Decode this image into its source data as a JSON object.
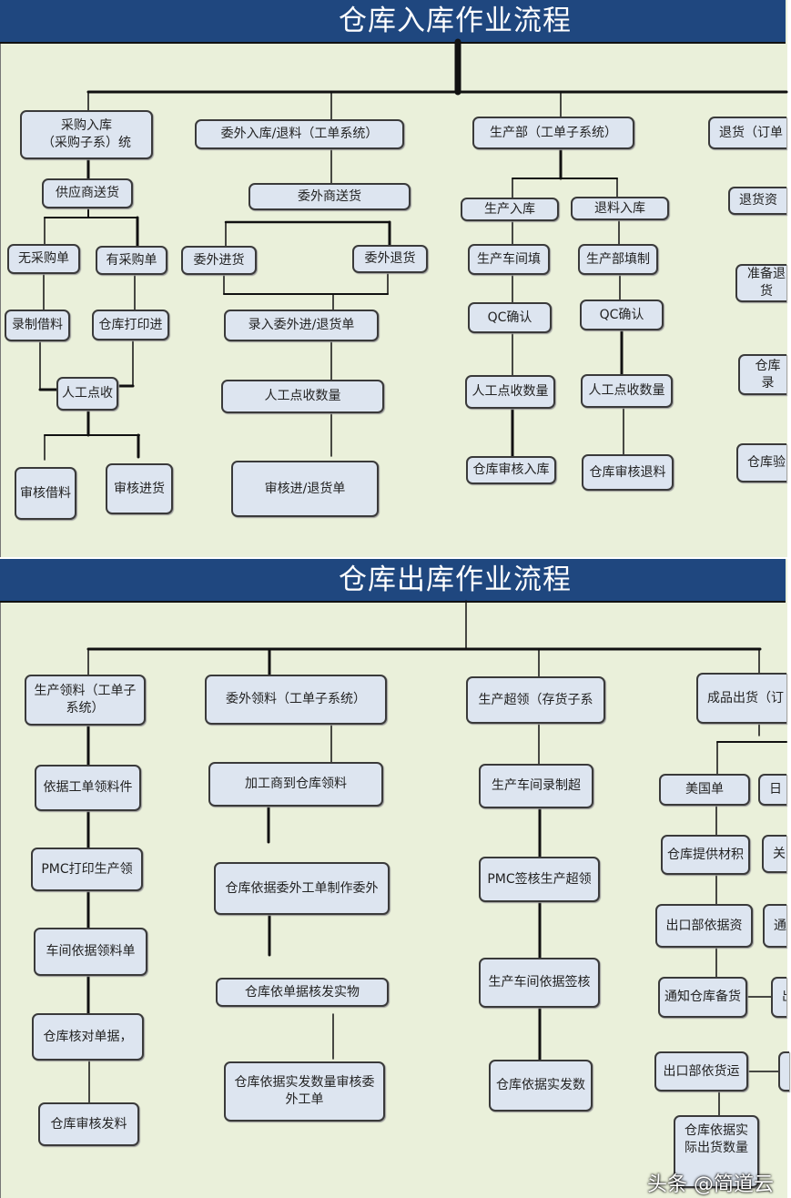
{
  "inbound": {
    "title": "仓库入库作业流程",
    "boxes": [
      "采购入库\n（采购子系）统",
      "委外入库/退料（工单系统）",
      "生产部（工单子系统）",
      "退货（订单",
      "供应商送货",
      "委外商送货",
      "无采购单",
      "有采购单",
      "委外进货",
      "委外退货",
      "生产入库",
      "退料入库",
      "退货资",
      "录制借料",
      "仓库打印进",
      "录入委外进/退货单",
      "生产车间填",
      "生产部填制",
      "准备退货",
      "QC确认",
      "QC确认",
      "人工点收",
      "人工点收数量",
      "人工点收数量",
      "人工点收数量",
      "仓库录",
      "审核借料",
      "审核进货",
      "审核进/退货单",
      "仓库审核入库",
      "仓库审核退料",
      "仓库验"
    ]
  },
  "outbound": {
    "title": "仓库出库作业流程",
    "boxes": [
      "生产领料（工单子\n系统）",
      "委外领料（工单子系统）",
      "生产超领（存货子系",
      "成品出货（订",
      "依据工单领料件",
      "加工商到仓库领料",
      "生产车间录制超",
      "PMC打印生产领",
      "仓库依据委外工单制作委外",
      "PMC签核生产超领",
      "车间依据领料单",
      "仓库依单据核发实物",
      "生产车间依据签核",
      "仓库核对单据，",
      "仓库依据实发数量审核委\n外工单",
      "仓库依据实发数",
      "仓库审核发料",
      "美国单",
      "日",
      "仓库提供材积",
      "关",
      "出口部依据资",
      "通",
      "通知仓库备货",
      "出",
      "出口部依货运",
      "出",
      "仓库依据实\n际出货数量"
    ]
  },
  "watermark": "头条 @简道云",
  "colors": {
    "header": "#1f477f",
    "background": "#eaf0da",
    "box_fill": "#dde5f0",
    "line": "#111111"
  }
}
